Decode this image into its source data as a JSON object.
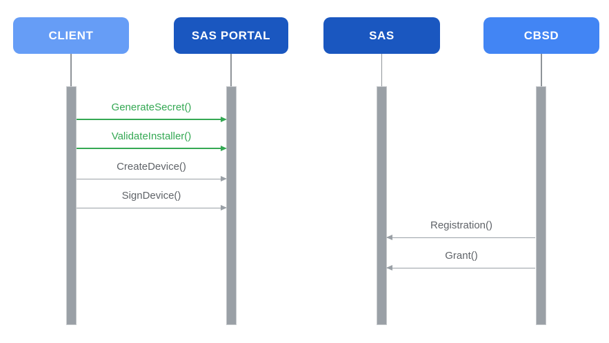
{
  "actors": [
    {
      "label": "CLIENT",
      "color": "#669DF6"
    },
    {
      "label": "SAS PORTAL",
      "color": "#1A57C0"
    },
    {
      "label": "SAS",
      "color": "#1A57C0"
    },
    {
      "label": "CBSD",
      "color": "#4285F4"
    }
  ],
  "messages": [
    {
      "label": "GenerateSecret()",
      "from": "CLIENT",
      "to": "SAS PORTAL",
      "direction": "right",
      "label_color": "#34A853",
      "line_color": "#34A853"
    },
    {
      "label": "ValidateInstaller()",
      "from": "CLIENT",
      "to": "SAS PORTAL",
      "direction": "right",
      "label_color": "#34A853",
      "line_color": "#34A853"
    },
    {
      "label": "CreateDevice()",
      "from": "CLIENT",
      "to": "SAS PORTAL",
      "direction": "right",
      "label_color": "#5F6368",
      "line_color": "#9AA0A6"
    },
    {
      "label": "SignDevice()",
      "from": "CLIENT",
      "to": "SAS PORTAL",
      "direction": "right",
      "label_color": "#5F6368",
      "line_color": "#9AA0A6"
    },
    {
      "label": "Registration()",
      "from": "CBSD",
      "to": "SAS",
      "direction": "left",
      "label_color": "#5F6368",
      "line_color": "#9AA0A6"
    },
    {
      "label": "Grant()",
      "from": "CBSD",
      "to": "SAS",
      "direction": "left",
      "label_color": "#5F6368",
      "line_color": "#9AA0A6"
    }
  ],
  "colors": {
    "background": "#FFFFFF",
    "activation_bar": "#9AA0A6",
    "lifeline": "#8E9398",
    "green_accent": "#34A853",
    "gray_text": "#5F6368",
    "light_blue": "#669DF6",
    "medium_blue": "#4285F4",
    "dark_blue": "#1A57C0"
  }
}
